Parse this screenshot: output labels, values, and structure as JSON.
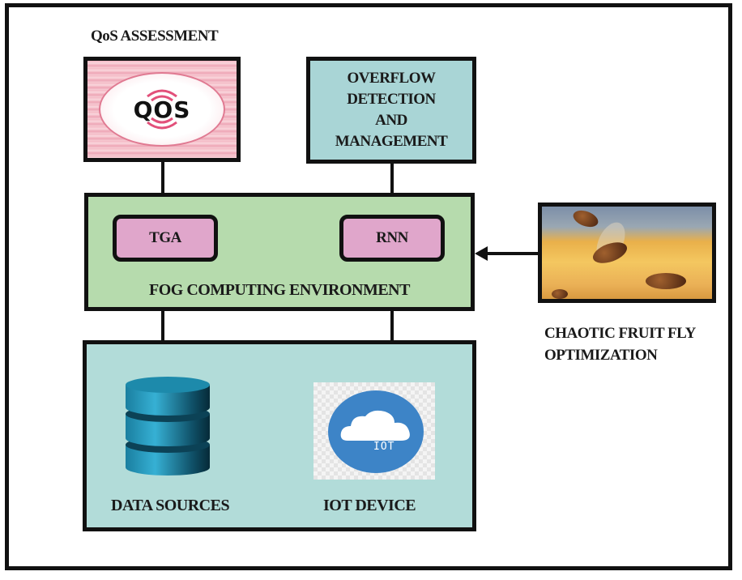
{
  "diagram": {
    "qos": {
      "title": "QoS ASSESSMENT",
      "logo_text": "QOS"
    },
    "overflow": {
      "lines": [
        "OVERFLOW",
        "DETECTION",
        "AND",
        "MANAGEMENT"
      ]
    },
    "fog": {
      "title": "FOG COMPUTING ENVIRONMENT",
      "modules": [
        "TGA",
        "RNN"
      ]
    },
    "optimizer": {
      "caption_lines": [
        "CHAOTIC FRUIT FLY",
        "OPTIMIZATION"
      ],
      "image": "fruit-flies-photo"
    },
    "bottom": {
      "data_sources_label": "DATA SOURCES",
      "iot_label": "IOT DEVICE",
      "iot_icon_text": "IOT"
    },
    "colors": {
      "qos_box": "#f4b8c4",
      "overflow_box": "#a9d5d6",
      "fog_box": "#b6dbad",
      "module_pill": "#e0a6cb",
      "bottom_box": "#b2dcd9",
      "iot_blue": "#3d84c7",
      "database_teal": "#1f8fb0"
    },
    "edges": [
      {
        "from": "qos",
        "to": "fog"
      },
      {
        "from": "overflow",
        "to": "fog"
      },
      {
        "from": "fog",
        "to": "bottom"
      },
      {
        "from": "fog",
        "to": "bottom"
      },
      {
        "from": "optimizer",
        "to": "fog",
        "arrow": true
      }
    ]
  }
}
